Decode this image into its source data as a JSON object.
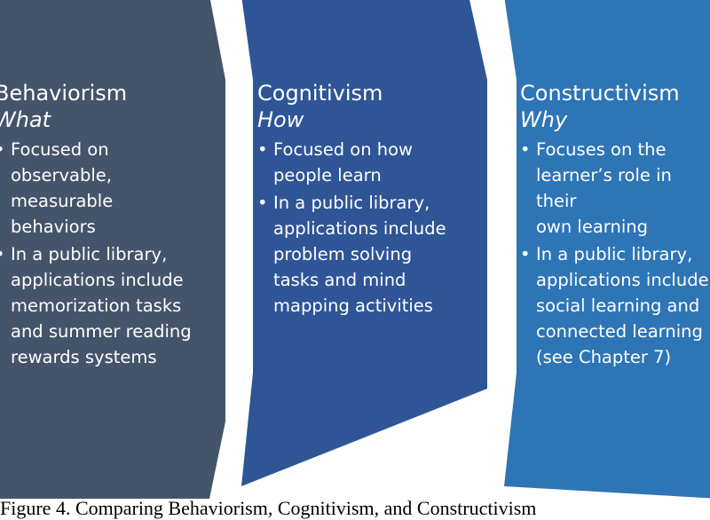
{
  "panels": [
    {
      "title": "Behaviorism",
      "subtitle": "What",
      "color": "#44546a",
      "bullets": [
        "Focused on\nobservable,\nmeasurable\nbehaviors",
        "In a public library,\napplications include\nmemorization tasks\nand summer reading\nrewards systems"
      ]
    },
    {
      "title": "Cognitivism",
      "subtitle": "How",
      "color": "#2f5597",
      "bullets": [
        "Focused on how\npeople learn",
        "In a public library,\napplications include\nproblem solving\ntasks and mind\nmapping activities"
      ]
    },
    {
      "title": "Constructivism",
      "subtitle": "Why",
      "color": "#2e75b6",
      "bullets": [
        "Focuses on the\nlearner’s role in their\nown learning",
        "In a public library,\napplications include\nsocial learning and\nconnected learning\n(see Chapter 7)"
      ]
    }
  ],
  "caption": "Figure 4. Comparing Behaviorism, Cognitivism, and Constructivism"
}
